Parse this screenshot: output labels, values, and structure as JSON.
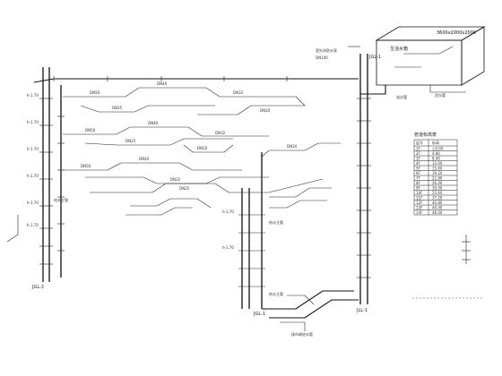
{
  "risers": {
    "left_bottom": "JGL-2",
    "center_bottom": "JGL-1",
    "right_bottom": "JLL-1",
    "right_top": "JGL-1"
  },
  "tank": {
    "size_label": "3600x2000x2000",
    "title": "生活水箱",
    "overflow_label": "溢水管",
    "drain_label": "泄水管"
  },
  "notes": {
    "top_left": "室外消防水泵",
    "top_left2": "DN100",
    "left_mid": "给水立管",
    "center_mid": "给水立管",
    "center_bottom": "给水立管",
    "bottom_note": "接市政给水管"
  },
  "pipe_labels": [
    "DN50",
    "DN40",
    "DN32",
    "DN25",
    "DN20",
    "DN50",
    "DN40",
    "DN32",
    "DN25",
    "DN20",
    "DN50",
    "DN40",
    "DN32",
    "DN25",
    "DN20"
  ],
  "level_labels": [
    "h-1.70",
    "h-1.70",
    "h-1.70",
    "h-1.70",
    "h-1.70",
    "h-1.70",
    "h-1.70",
    "h-1.70"
  ],
  "table": {
    "title": "管道标高表",
    "headers": [
      "层号",
      "标高"
    ],
    "rows": [
      [
        "1F",
        "±0.00"
      ],
      [
        "2F",
        "4.80"
      ],
      [
        "3F",
        "8.40"
      ],
      [
        "4F",
        "12.00"
      ],
      [
        "5F",
        "15.60"
      ],
      [
        "6F",
        "19.20"
      ],
      [
        "7F",
        "22.80"
      ],
      [
        "8F",
        "26.40"
      ],
      [
        "9F",
        "30.00"
      ],
      [
        "10F",
        "33.60"
      ],
      [
        "11F",
        "37.20"
      ],
      [
        "12F",
        "40.80"
      ],
      [
        "13F",
        "44.40"
      ],
      [
        "14F",
        "48.00"
      ]
    ]
  },
  "colors": {
    "line": "#111111",
    "bg": "#ffffff"
  }
}
